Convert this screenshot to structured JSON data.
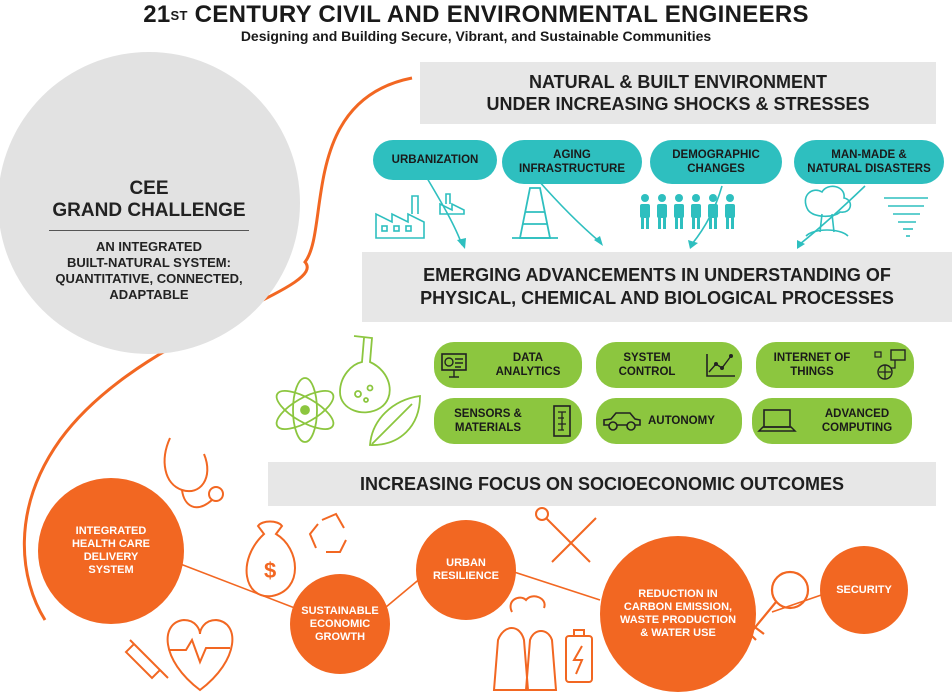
{
  "header": {
    "title_prefix": "21",
    "title_sup": "ST",
    "title_rest": " CENTURY CIVIL AND ENVIRONMENTAL ENGINEERS",
    "subtitle": "Designing and Building Secure, Vibrant, and Sustainable Communities"
  },
  "grand_challenge": {
    "title_line1": "CEE",
    "title_line2": "GRAND CHALLENGE",
    "desc_line1": "AN INTEGRATED",
    "desc_line2": "BUILT-NATURAL SYSTEM:",
    "desc_line3": "QUANTITATIVE, CONNECTED,",
    "desc_line4": "ADAPTABLE"
  },
  "shocks": {
    "heading_line1": "NATURAL & BUILT ENVIRONMENT",
    "heading_line2": "UNDER INCREASING SHOCKS & STRESSES",
    "items": [
      {
        "line1": "URBANIZATION",
        "line2": ""
      },
      {
        "line1": "AGING",
        "line2": "INFRASTRUCTURE"
      },
      {
        "line1": "DEMOGRAPHIC",
        "line2": "CHANGES"
      },
      {
        "line1": "MAN-MADE &",
        "line2": "NATURAL DISASTERS"
      }
    ]
  },
  "advancements": {
    "heading_line1": "EMERGING ADVANCEMENTS IN UNDERSTANDING OF",
    "heading_line2": "PHYSICAL, CHEMICAL AND BIOLOGICAL PROCESSES",
    "items": [
      {
        "line1": "DATA",
        "line2": "ANALYTICS"
      },
      {
        "line1": "SYSTEM",
        "line2": "CONTROL"
      },
      {
        "line1": "INTERNET OF",
        "line2": "THINGS"
      },
      {
        "line1": "SENSORS &",
        "line2": "MATERIALS"
      },
      {
        "line1": "AUTONOMY",
        "line2": ""
      },
      {
        "line1": "ADVANCED",
        "line2": "COMPUTING"
      }
    ]
  },
  "socioeconomic": {
    "heading": "INCREASING FOCUS ON SOCIOECONOMIC OUTCOMES",
    "outcomes": [
      {
        "lines": [
          "INTEGRATED",
          "HEALTH CARE",
          "DELIVERY",
          "SYSTEM"
        ]
      },
      {
        "lines": [
          "SUSTAINABLE",
          "ECONOMIC",
          "GROWTH"
        ]
      },
      {
        "lines": [
          "URBAN",
          "RESILIENCE"
        ]
      },
      {
        "lines": [
          "REDUCTION IN",
          "CARBON EMISSION,",
          "WASTE PRODUCTION",
          "& WATER USE"
        ]
      },
      {
        "lines": [
          "SECURITY"
        ]
      }
    ]
  },
  "colors": {
    "teal": "#2ebfbf",
    "green": "#8cc63f",
    "orange": "#f26722",
    "gray": "#e7e7e7"
  }
}
